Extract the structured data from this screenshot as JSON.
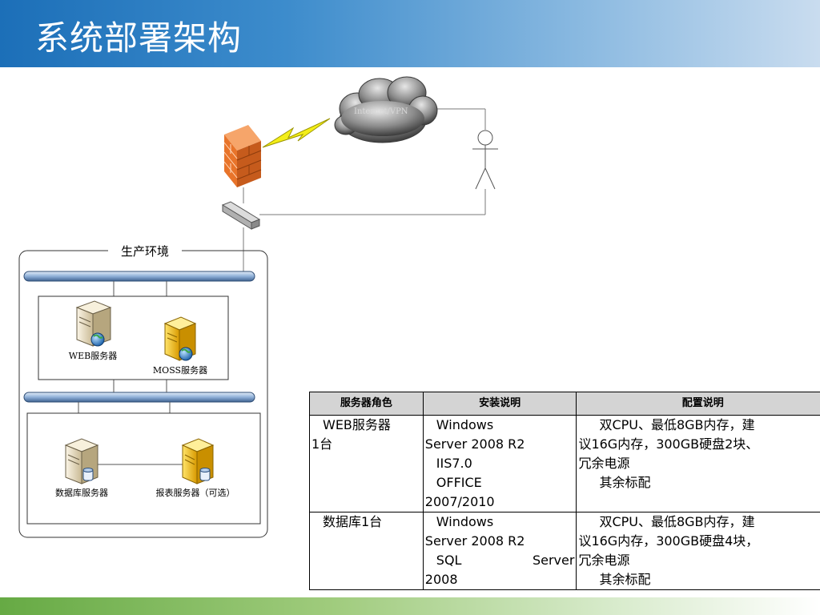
{
  "slide": {
    "title": "系统部署架构"
  },
  "network": {
    "cloud_label": "Internet/VPN",
    "zone_label": "生产环境"
  },
  "servers": {
    "web": "WEB服务器",
    "moss": "MOSS服务器",
    "db": "数据库服务器",
    "report": "报表服务器（可选）"
  },
  "table": {
    "headers": [
      "服务器角色",
      "安装说明",
      "配置说明"
    ],
    "rows": [
      {
        "role": [
          "WEB服务器",
          "1台"
        ],
        "install": [
          "Windows",
          "Server 2008 R2",
          "IIS7.0",
          "OFFICE",
          "2007/2010"
        ],
        "config": [
          "双CPU、最低8GB内存，建",
          "议16G内存，300GB硬盘2块、",
          "冗余电源",
          "其余标配"
        ]
      },
      {
        "role": [
          "数据库1台"
        ],
        "install": [
          "Windows",
          "Server 2008 R2",
          "SQL",
          "Server",
          "2008"
        ],
        "config": [
          "双CPU、最低8GB内存，建",
          "议16G内存，300GB硬盘4块，",
          "冗余电源",
          "其余标配"
        ]
      }
    ]
  },
  "colors": {
    "header_start": "#1c6fb8",
    "footer_start": "#66aa44",
    "firewall": "#e8742a",
    "bus": "#8fb0d8",
    "server_gold": "#f2b800"
  }
}
